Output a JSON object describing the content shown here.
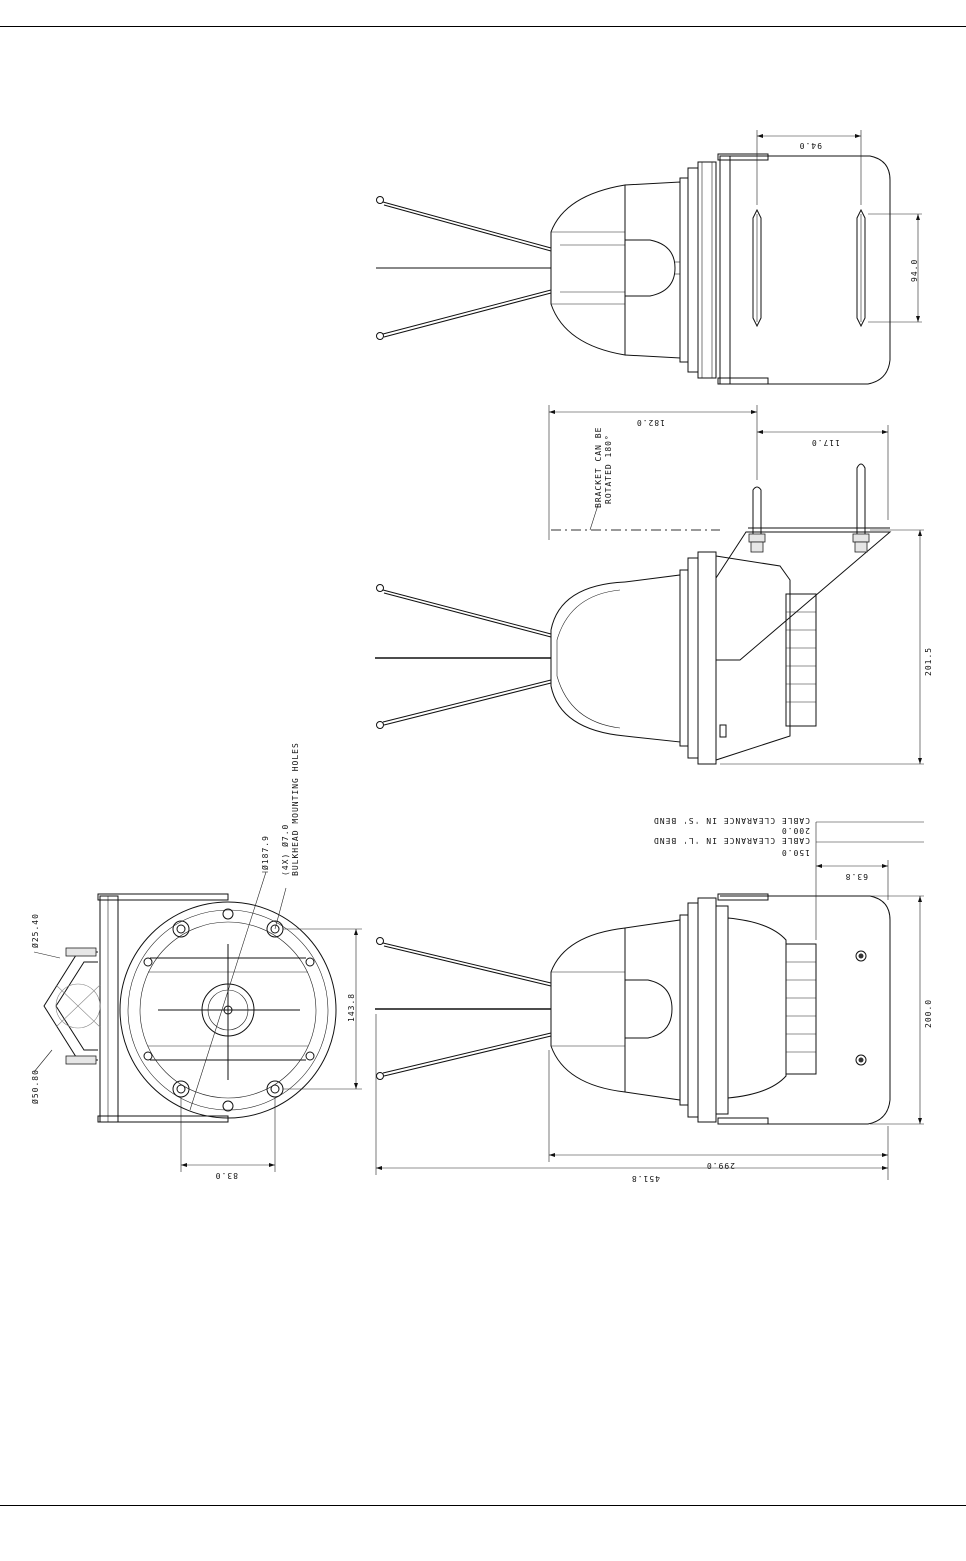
{
  "top_view": {
    "dim_bracket_width": "94.0",
    "dim_slot_spacing": "94.0"
  },
  "side_view": {
    "dim_overall_length": "182.0",
    "dim_bracket_offset": "117.0",
    "dim_height": "201.5",
    "note_line1": "BRACKET CAN BE",
    "note_line2": "ROTATED 180°"
  },
  "front_view": {
    "cable_s_label": "CABLE CLEARANCE IN 'S' BEND",
    "cable_s_value": "200.0",
    "cable_l_label": "CABLE CLEARANCE IN 'L' BEND",
    "cable_l_value": "150.0",
    "dim_bracket_depth": "63.8",
    "dim_bracket_height": "200.0",
    "dim_body_length": "299.0",
    "dim_overall_length": "451.8"
  },
  "end_view": {
    "dia_flange": "Ø187.9",
    "mount_holes_line1": "(4X) Ø7.0",
    "mount_holes_line2": "BULKHEAD MOUNTING HOLES",
    "dia_small": "Ø25.40",
    "dia_large": "Ø50.80",
    "dim_hole_span": "143.8",
    "dim_hole_offset": "83.0"
  }
}
